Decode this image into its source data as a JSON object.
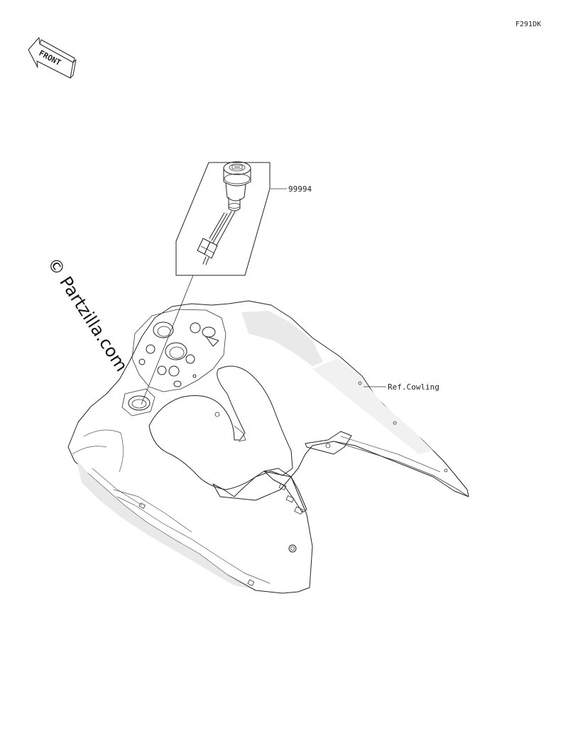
{
  "figure_code": "F291DK",
  "front_label": "FRONT",
  "watermark": "© Partzilla.com",
  "parts": [
    {
      "number": "99994"
    },
    {
      "number": "Ref.Cowling"
    }
  ]
}
